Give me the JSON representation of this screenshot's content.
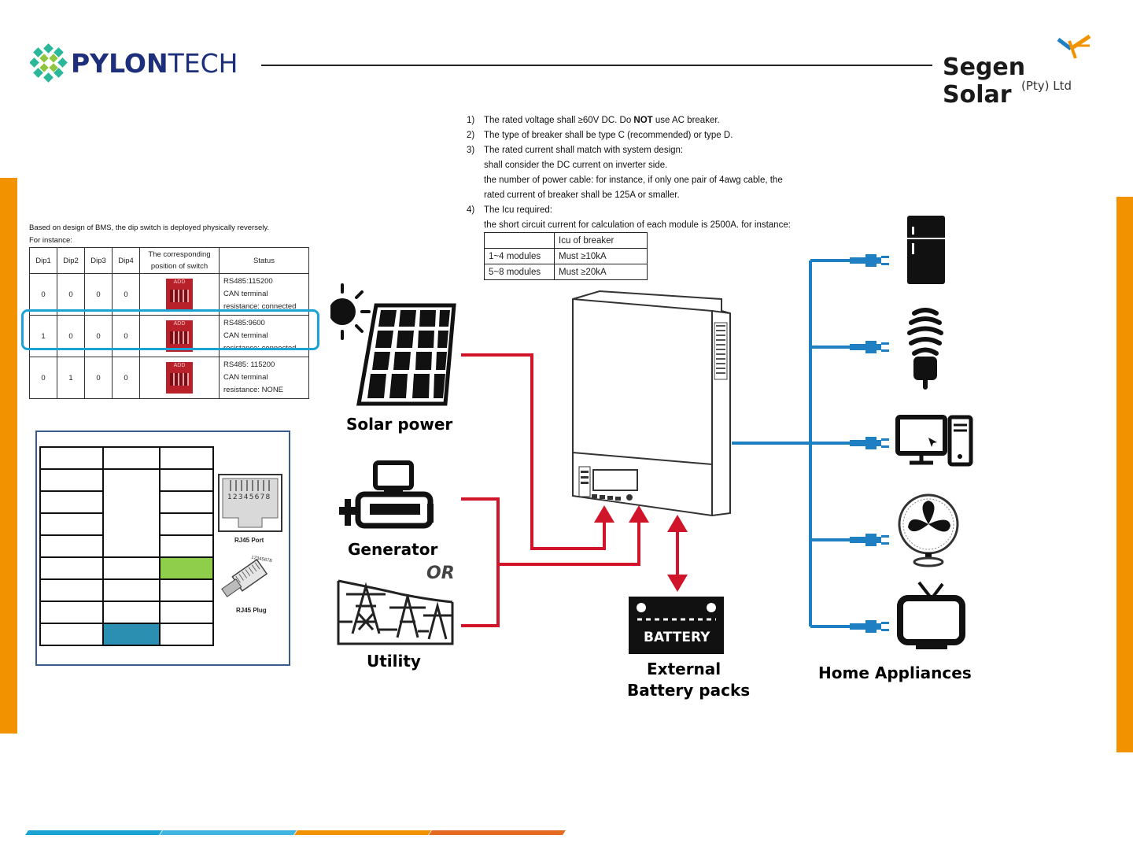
{
  "header": {
    "pylon_brand_a": "PYLON",
    "pylon_brand_b": "TECH",
    "segen_brand_a": "Segen",
    "segen_brand_b": "Solar",
    "segen_sub": "(Pty) Ltd"
  },
  "breaker_notes": [
    {
      "num": "1)",
      "pre": "The rated voltage shall ≥60V DC. Do ",
      "bold": "NOT",
      "post": " use AC breaker."
    },
    {
      "num": "2)",
      "text": "The type of breaker shall be type C (recommended) or type D."
    },
    {
      "num": "3)",
      "text": "The rated current shall match with system design:"
    },
    {
      "num": "",
      "text": "shall consider the DC current on inverter side."
    },
    {
      "num": "",
      "text": "the number of power cable: for instance, if only one pair of 4awg cable, the"
    },
    {
      "num": "",
      "text": "rated current of breaker shall be 125A or smaller."
    },
    {
      "num": "4)",
      "text": "The Icu required:"
    },
    {
      "num": "",
      "text": "the short circuit current for calculation of each module is 2500A. for instance:"
    }
  ],
  "icu_table": {
    "header": [
      "",
      "Icu of breaker"
    ],
    "rows": [
      [
        "1~4 modules",
        "Must ≥10kA"
      ],
      [
        "5~8 modules",
        "Must ≥20kA"
      ]
    ]
  },
  "bms": {
    "note_1": "Based on design of BMS, the dip switch is deployed physically reversely.",
    "note_2": "For instance:",
    "headers": [
      "Dip1",
      "Dip2",
      "Dip3",
      "Dip4",
      "The corresponding position of switch",
      "Status"
    ],
    "switch_label": "ADD",
    "rows": [
      {
        "d": [
          "0",
          "0",
          "0",
          "0"
        ],
        "status": [
          "RS485:115200",
          "CAN terminal",
          "resistance: connected"
        ]
      },
      {
        "d": [
          "1",
          "0",
          "0",
          "0"
        ],
        "status": [
          "RS485:9600",
          "CAN terminal",
          "resistance: connected"
        ],
        "highlighted": true
      },
      {
        "d": [
          "0",
          "1",
          "0",
          "0"
        ],
        "status": [
          "RS485: 115200",
          "CAN terminal",
          "resistance: NONE"
        ]
      }
    ]
  },
  "rj45": {
    "port_digits": "12345678",
    "port_label": "RJ45 Port",
    "plug_digits": "12345678",
    "plug_label": "RJ45 Plug"
  },
  "pin_grid": {
    "highlight_green": "#8fce4a",
    "highlight_blue": "#2a8fb0"
  },
  "diagram": {
    "solar_label": "Solar power",
    "generator_label": "Generator",
    "or_label": "OR",
    "utility_label": "Utility",
    "battery_text": "BATTERY",
    "battery_label_1": "External",
    "battery_label_2": "Battery packs",
    "appliances_label": "Home Appliances"
  },
  "colors": {
    "orange": "#f39200",
    "red_line": "#d0152a",
    "blue_line": "#1e7fc2",
    "cyan_highlight": "#1ba3d4",
    "navy": "#1d2f7a"
  }
}
